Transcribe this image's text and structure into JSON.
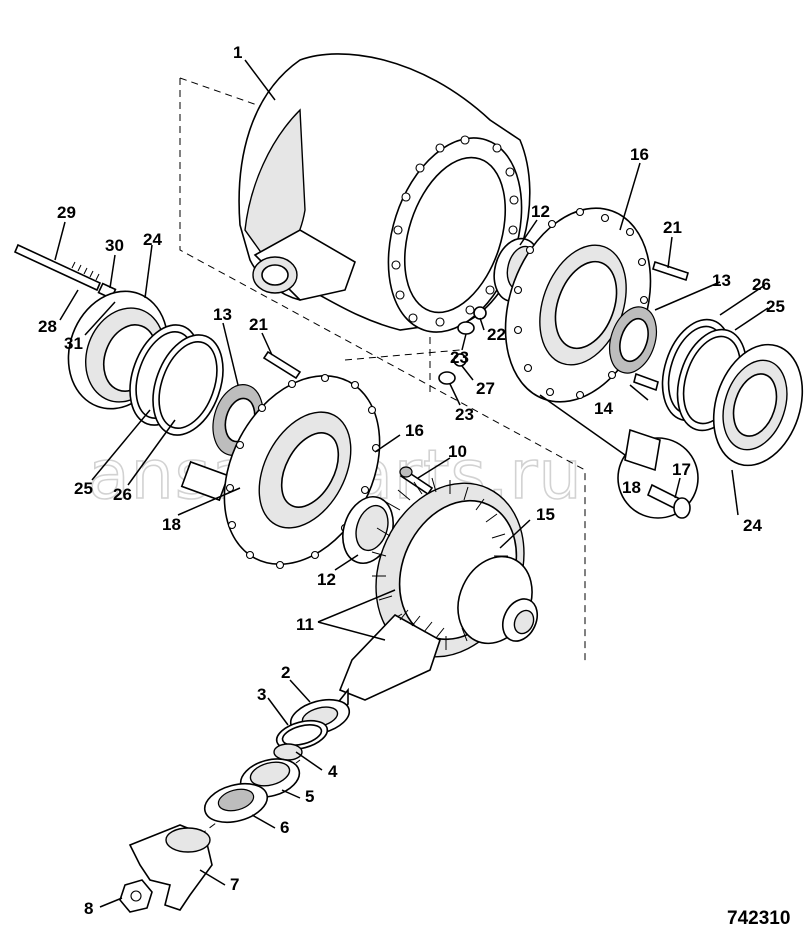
{
  "drawing_number": "742310",
  "watermark": "ansat-parts.ru",
  "callouts": [
    {
      "id": "c1",
      "text": "1"
    },
    {
      "id": "c2",
      "text": "2"
    },
    {
      "id": "c3",
      "text": "3"
    },
    {
      "id": "c4",
      "text": "4"
    },
    {
      "id": "c5",
      "text": "5"
    },
    {
      "id": "c6",
      "text": "6"
    },
    {
      "id": "c7",
      "text": "7"
    },
    {
      "id": "c8",
      "text": "8"
    },
    {
      "id": "c10",
      "text": "10"
    },
    {
      "id": "c11",
      "text": "11"
    },
    {
      "id": "c12a",
      "text": "12"
    },
    {
      "id": "c12b",
      "text": "12"
    },
    {
      "id": "c13a",
      "text": "13"
    },
    {
      "id": "c13b",
      "text": "13"
    },
    {
      "id": "c14",
      "text": "14"
    },
    {
      "id": "c15",
      "text": "15"
    },
    {
      "id": "c16a",
      "text": "16"
    },
    {
      "id": "c16b",
      "text": "16"
    },
    {
      "id": "c17",
      "text": "17"
    },
    {
      "id": "c18a",
      "text": "18"
    },
    {
      "id": "c18b",
      "text": "18"
    },
    {
      "id": "c21a",
      "text": "21"
    },
    {
      "id": "c21b",
      "text": "21"
    },
    {
      "id": "c22",
      "text": "22"
    },
    {
      "id": "c23a",
      "text": "23"
    },
    {
      "id": "c23b",
      "text": "23"
    },
    {
      "id": "c24a",
      "text": "24"
    },
    {
      "id": "c24b",
      "text": "24"
    },
    {
      "id": "c25a",
      "text": "25"
    },
    {
      "id": "c25b",
      "text": "25"
    },
    {
      "id": "c26a",
      "text": "26"
    },
    {
      "id": "c26b",
      "text": "26"
    },
    {
      "id": "c27",
      "text": "27"
    },
    {
      "id": "c28",
      "text": "28"
    },
    {
      "id": "c29",
      "text": "29"
    },
    {
      "id": "c30",
      "text": "30"
    },
    {
      "id": "c31",
      "text": "31"
    }
  ]
}
